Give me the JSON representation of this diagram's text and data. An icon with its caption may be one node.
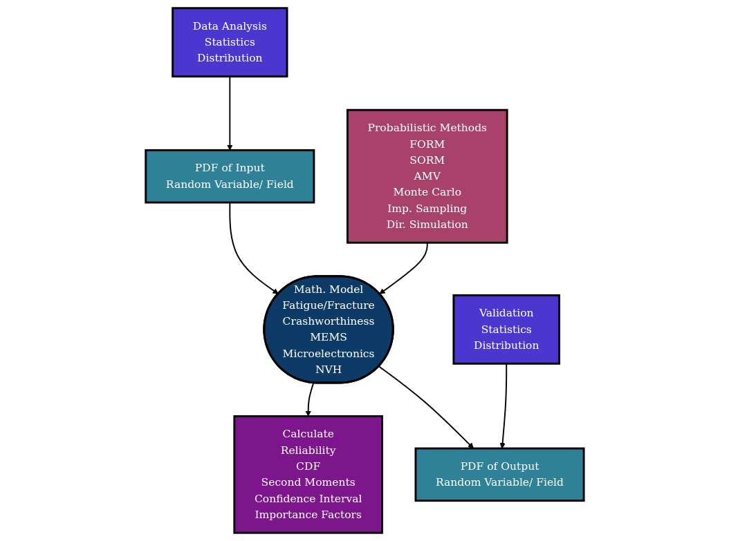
{
  "diagram": {
    "nodes": [
      {
        "text": [
          "PDF of Input",
          "Random Variable/ Field"
        ]
      },
      {
        "text": [
          "Data Analysis",
          "Statistics",
          "Distribution"
        ]
      },
      {
        "text": [
          "Calculate",
          "Reliability",
          "CDF",
          "Second Moments",
          "Confidence Interval",
          "Importance Factors"
        ]
      },
      {
        "text": [
          "Math. Model",
          "Fatigue/Fracture",
          "Crashworthiness",
          "MEMS",
          "Microelectronics",
          "NVH"
        ]
      },
      {
        "text": [
          "Probabilistic Methods",
          "FORM",
          "SORM",
          "AMV",
          "Monte Carlo",
          "Imp. Sampling",
          "Dir. Simulation"
        ]
      },
      {
        "text": [
          "PDF of Output",
          "Random Variable/ Field"
        ]
      },
      {
        "text": [
          "Validation",
          "Statistics",
          "Distribution"
        ]
      }
    ],
    "edges": [
      {
        "from": 1,
        "to": 0,
        "arrow": "to"
      },
      {
        "from": 0,
        "to": 3,
        "arrow": "to"
      },
      {
        "from": 4,
        "to": 3,
        "arrow": "to"
      },
      {
        "from": 3,
        "to": 2,
        "arrow": "to"
      },
      {
        "from": 3,
        "to": 5,
        "arrow": "to"
      },
      {
        "from": 6,
        "to": 5,
        "arrow": "to"
      }
    ]
  }
}
